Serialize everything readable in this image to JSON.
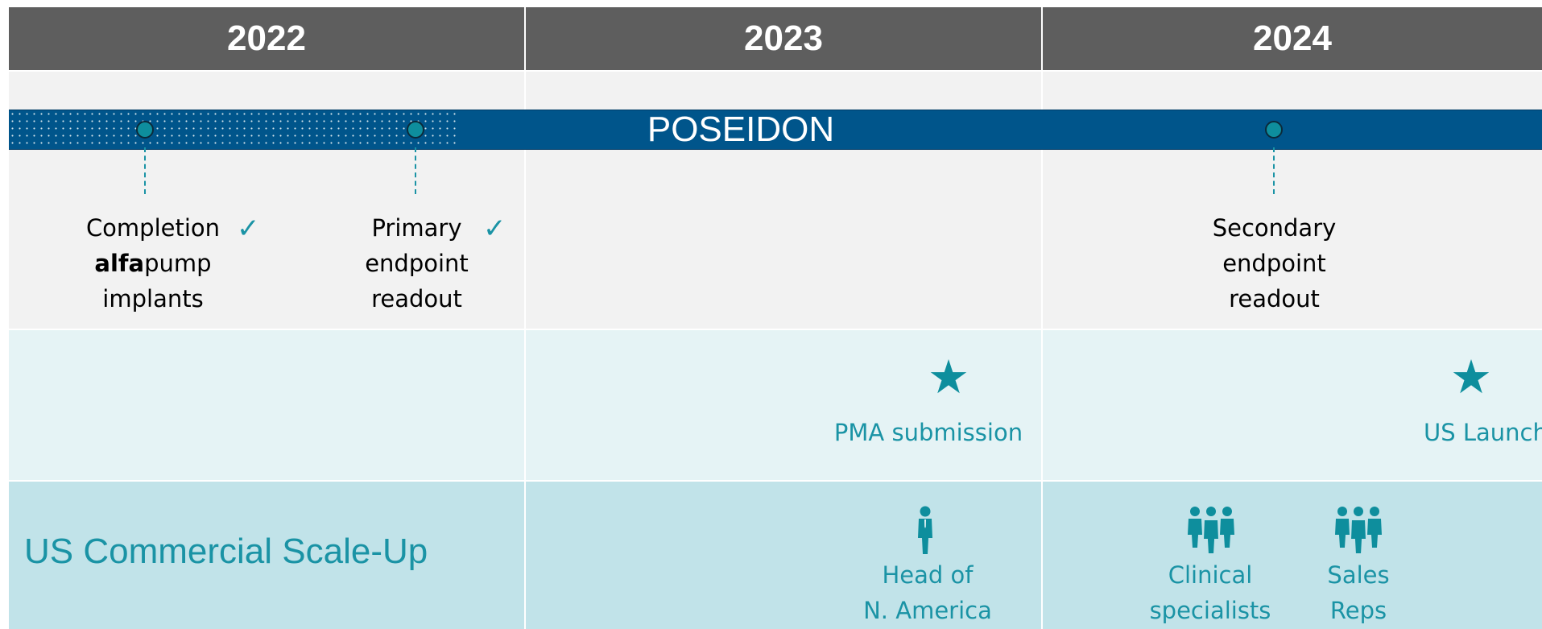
{
  "header": {
    "years": [
      "2022",
      "2023",
      "2024"
    ]
  },
  "trial_bar": {
    "label": "POSEIDON"
  },
  "milestones": {
    "completion": {
      "line1": "Completion",
      "line2_bold": "alfa",
      "line2_rest": "pump",
      "line3": "implants",
      "done_mark": "✓"
    },
    "primary": {
      "line1": "Primary",
      "line2": "endpoint",
      "line3": "readout",
      "done_mark": "✓"
    },
    "secondary": {
      "line1": "Secondary",
      "line2": "endpoint",
      "line3": "readout"
    }
  },
  "regulatory": {
    "pma": {
      "label": "PMA submission",
      "icon": "star-icon"
    },
    "launch": {
      "label": "US Launch",
      "icon": "star-icon"
    }
  },
  "commercial": {
    "title": "US Commercial Scale-Up",
    "head": {
      "line1": "Head of",
      "line2": "N. America",
      "icon": "person-icon"
    },
    "clinical": {
      "line1": "Clinical",
      "line2": "specialists",
      "icon": "group-icon"
    },
    "sales": {
      "line1": "Sales",
      "line2": "Reps",
      "icon": "group-icon"
    }
  },
  "colors": {
    "header_bg": "#5e5e5e",
    "bar": "#00558b",
    "accent": "#1a93a5",
    "row1_bg": "#f2f2f2",
    "row2_bg": "#e5f3f5",
    "row3_bg": "#c1e3e9"
  }
}
